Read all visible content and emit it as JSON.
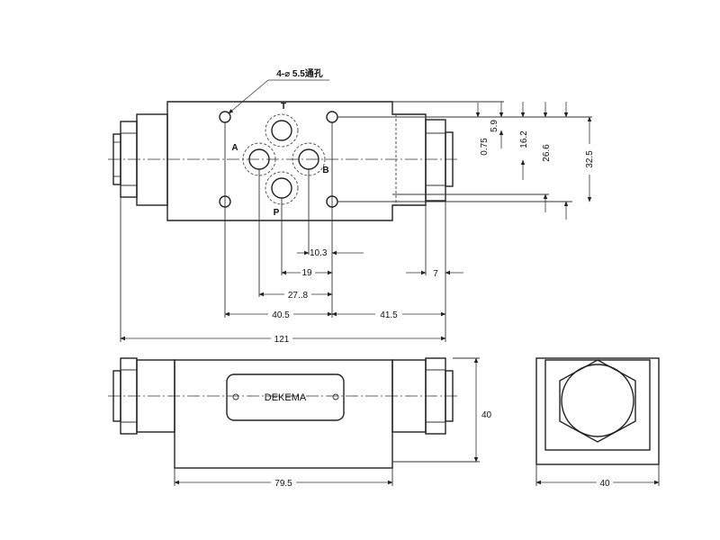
{
  "note": "4-⌀ 5.5通孔",
  "ports": {
    "t": "T",
    "a": "A",
    "b": "B",
    "p": "P"
  },
  "brand": "DEKEMA",
  "dims": {
    "d10_3": "10.3",
    "d19": "19",
    "d27_8": "27..8",
    "d40_5": "40.5",
    "d41_5": "41.5",
    "d121": "121",
    "d7": "7",
    "d0_75": "0.75",
    "d5_9": "5.9",
    "d16_2": "16.2",
    "d26_6": "26.6",
    "d32_5": "32.5",
    "d79_5": "79.5",
    "d40_side": "40",
    "d40_bottom": "40"
  }
}
